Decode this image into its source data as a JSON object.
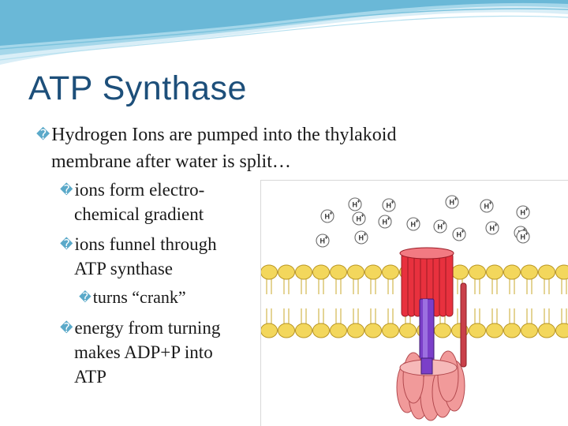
{
  "slide": {
    "title": "ATP Synthase",
    "bullets": [
      {
        "level": 1,
        "lines": [
          "Hydrogen Ions are pumped into the thylakoid",
          "membrane after water is split…"
        ]
      },
      {
        "level": 2,
        "lines": [
          "ions form electro-",
          "chemical gradient"
        ]
      },
      {
        "level": 2,
        "lines": [
          "ions funnel through",
          "ATP synthase"
        ]
      },
      {
        "level": 3,
        "lines": [
          "turns “crank”"
        ]
      },
      {
        "level": 2,
        "lines": [
          "energy from turning",
          "makes ADP+P into",
          "ATP"
        ]
      }
    ],
    "bullet_glyph": "�"
  },
  "figure": {
    "ion_label": "H",
    "ion_charge": "+",
    "ion_count": 16
  },
  "colors": {
    "title": "#1d4f7a",
    "wave": "#5fb3d3",
    "lipid": "#f3d75c",
    "synthase_red": "#e8313e",
    "synthase_pink": "#f19a9a",
    "shaft_purple": "#7b3fc9"
  }
}
